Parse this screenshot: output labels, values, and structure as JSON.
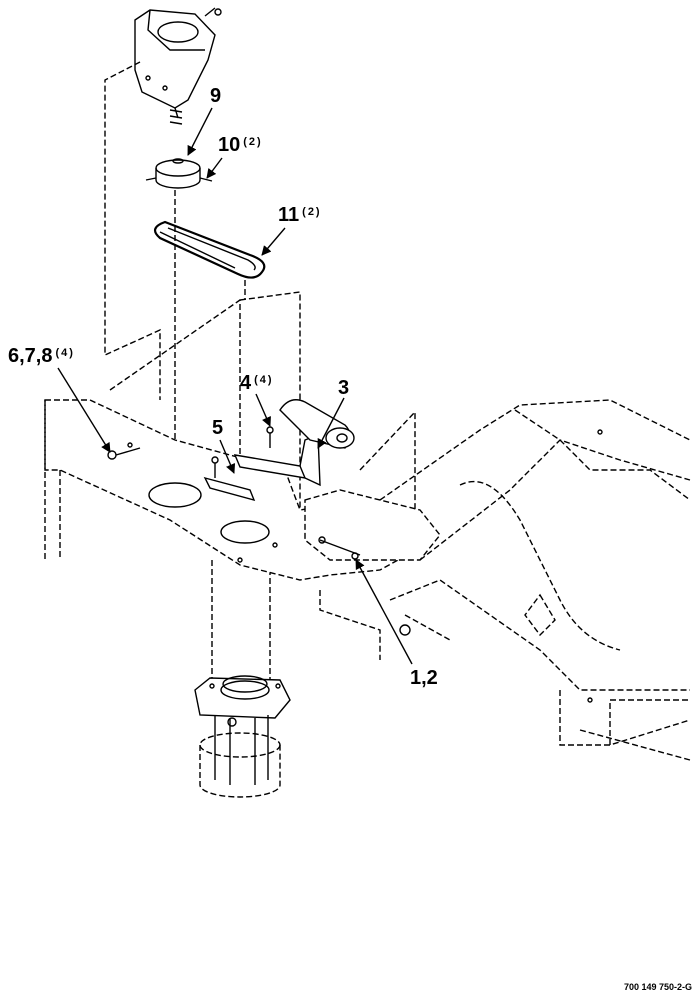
{
  "diagram": {
    "callouts": [
      {
        "id": "c9",
        "number": "9",
        "qty": ""
      },
      {
        "id": "c10",
        "number": "10",
        "qty": "(2)"
      },
      {
        "id": "c11",
        "number": "11",
        "qty": "(2)"
      },
      {
        "id": "c678",
        "number": "6,7,8",
        "qty": "(4)"
      },
      {
        "id": "c4",
        "number": "4",
        "qty": "(4)"
      },
      {
        "id": "c3",
        "number": "3",
        "qty": ""
      },
      {
        "id": "c5",
        "number": "5",
        "qty": ""
      },
      {
        "id": "c12",
        "number": "1,2",
        "qty": ""
      }
    ],
    "figure_id": "700 149 750-2-G"
  }
}
